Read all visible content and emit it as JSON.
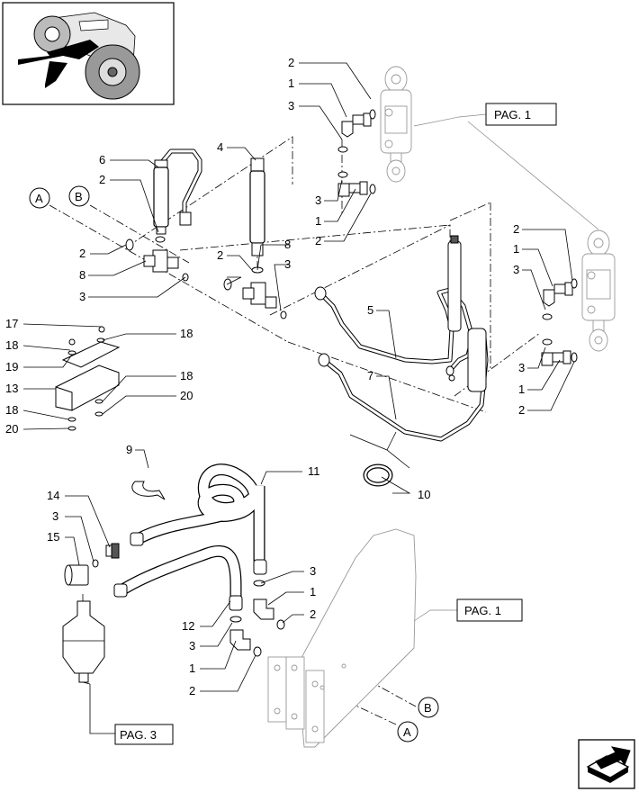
{
  "callouts": {
    "top_right_cylinder": [
      "2",
      "1",
      "3",
      "3",
      "1",
      "2"
    ],
    "top_center": [
      "4",
      "6",
      "2",
      "2",
      "8",
      "3",
      "2",
      "8",
      "3"
    ],
    "side_cylinder": [
      "2",
      "1",
      "3",
      "3",
      "1",
      "2"
    ],
    "pipes": [
      "5",
      "7",
      "10"
    ],
    "bracket": [
      "17",
      "18",
      "18",
      "19",
      "13",
      "18",
      "18",
      "20",
      "20"
    ],
    "bottom_hoses": [
      "9",
      "11",
      "14",
      "3",
      "15",
      "3",
      "1",
      "2",
      "12",
      "3",
      "1",
      "2"
    ]
  },
  "refs": {
    "pag1_top": "PAG. 1",
    "pag1_bottom": "PAG. 1",
    "pag3": "PAG. 3"
  },
  "connectors": {
    "a_left": "A",
    "b_left": "B",
    "a_bottom": "A",
    "b_bottom": "B"
  },
  "icons": {
    "tractor_thumbnail": "tractor-thumbnail-icon",
    "next_page": "next-page-arrow-icon"
  }
}
